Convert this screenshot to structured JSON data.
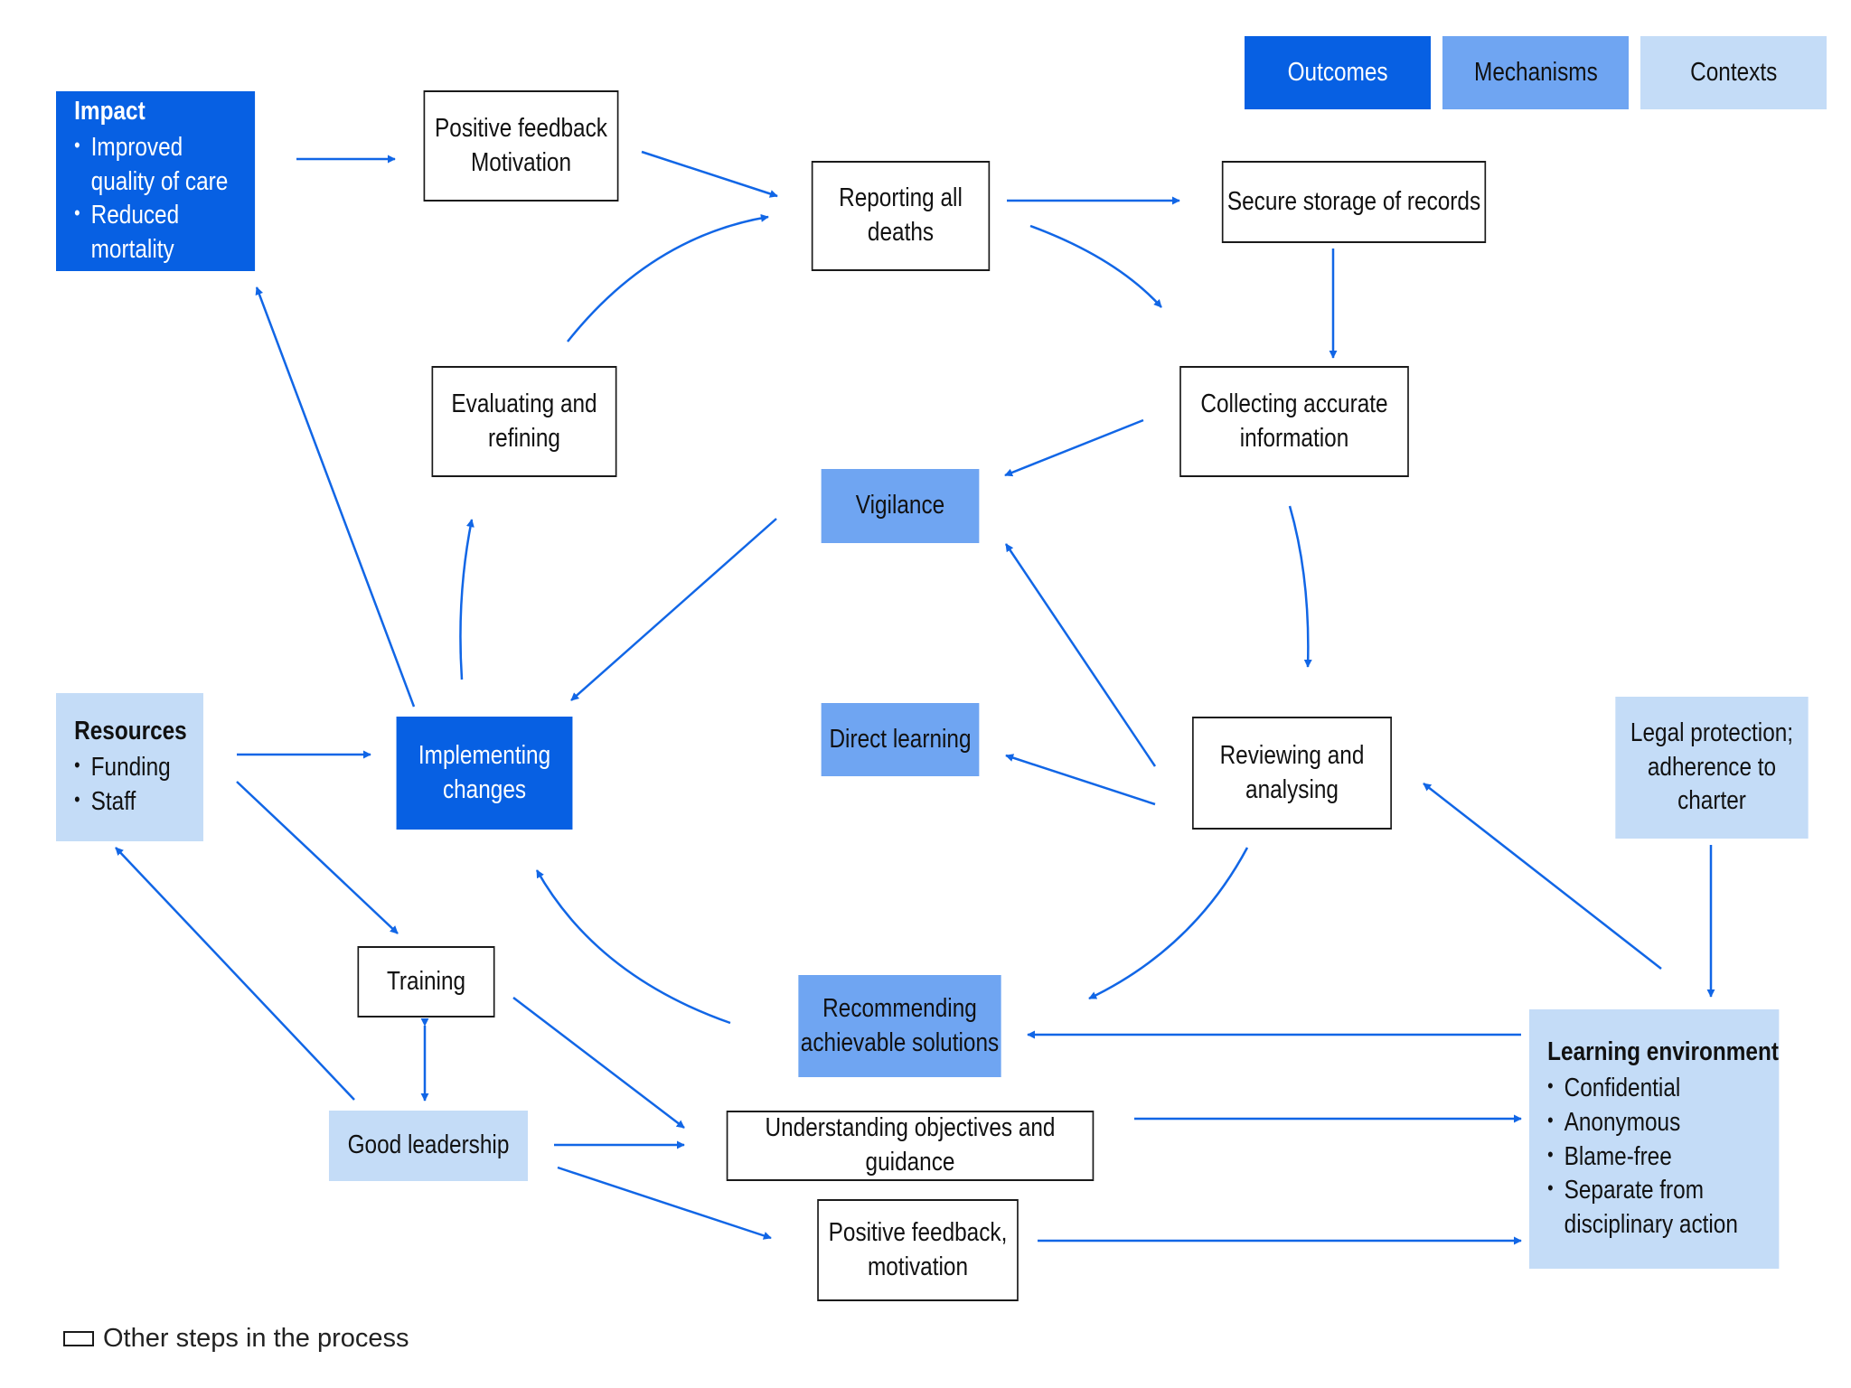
{
  "legend": {
    "outcomes": "Outcomes",
    "mechanisms": "Mechanisms",
    "contexts": "Contexts",
    "other_steps": "Other steps in the process"
  },
  "colors": {
    "outcome": "#0760e3",
    "mechanism": "#6fa5f2",
    "context": "#c4dcf7",
    "arrow": "#1166e6",
    "step_border": "#1a1a1a"
  },
  "nodes": {
    "impact": {
      "title": "Impact",
      "bullets": [
        "Improved quality of care",
        "Reduced mortality"
      ]
    },
    "positive_feedback_top": {
      "line1": "Positive feedback",
      "line2": "Motivation"
    },
    "reporting": {
      "line1": "Reporting all",
      "line2": "deaths"
    },
    "secure_storage": {
      "line1": "Secure storage of records"
    },
    "evaluating": {
      "line1": "Evaluating and",
      "line2": "refining"
    },
    "collecting": {
      "line1": "Collecting accurate",
      "line2": "information"
    },
    "vigilance": {
      "line1": "Vigilance"
    },
    "direct_learning": {
      "line1": "Direct learning"
    },
    "implementing": {
      "line1": "Implementing",
      "line2": "changes"
    },
    "reviewing": {
      "line1": "Reviewing and",
      "line2": "analysing"
    },
    "resources": {
      "title": "Resources",
      "bullets": [
        "Funding",
        "Staff"
      ]
    },
    "legal": {
      "line1": "Legal protection;",
      "line2": "adherence to",
      "line3": "charter"
    },
    "training": {
      "line1": "Training"
    },
    "recommending": {
      "line1": "Recommending",
      "line2": "achievable solutions"
    },
    "good_leadership": {
      "line1": "Good leadership"
    },
    "understanding": {
      "line1": "Understanding objectives and guidance"
    },
    "positive_feedback_bottom": {
      "line1": "Positive feedback,",
      "line2": "motivation"
    },
    "learning_env": {
      "title": "Learning environment",
      "bullets": [
        "Confidential",
        "Anonymous",
        "Blame-free",
        "Separate from disciplinary action"
      ]
    }
  },
  "edges": [
    {
      "from": "impact",
      "to": "positive_feedback_top",
      "shape": "straight"
    },
    {
      "from": "positive_feedback_top",
      "to": "reporting",
      "shape": "straight"
    },
    {
      "from": "reporting",
      "to": "secure_storage",
      "shape": "straight"
    },
    {
      "from": "reporting",
      "to": "collecting",
      "shape": "curve"
    },
    {
      "from": "secure_storage",
      "to": "collecting",
      "shape": "straight"
    },
    {
      "from": "collecting",
      "to": "vigilance",
      "shape": "straight"
    },
    {
      "from": "collecting",
      "to": "reviewing",
      "shape": "curve"
    },
    {
      "from": "evaluating",
      "to": "reporting",
      "shape": "curve"
    },
    {
      "from": "vigilance",
      "to": "implementing",
      "shape": "straight"
    },
    {
      "from": "implementing",
      "to": "evaluating",
      "shape": "curve"
    },
    {
      "from": "implementing",
      "to": "impact",
      "shape": "straight"
    },
    {
      "from": "reviewing",
      "to": "vigilance",
      "shape": "straight"
    },
    {
      "from": "reviewing",
      "to": "direct_learning",
      "shape": "straight"
    },
    {
      "from": "reviewing",
      "to": "recommending",
      "shape": "curve"
    },
    {
      "from": "recommending",
      "to": "implementing",
      "shape": "curve"
    },
    {
      "from": "resources",
      "to": "implementing",
      "shape": "straight"
    },
    {
      "from": "resources",
      "to": "training",
      "shape": "straight"
    },
    {
      "from": "good_leadership",
      "to": "resources",
      "shape": "straight"
    },
    {
      "from": "training",
      "to": "good_leadership",
      "shape": "bidirectional"
    },
    {
      "from": "training",
      "to": "understanding",
      "shape": "straight"
    },
    {
      "from": "good_leadership",
      "to": "understanding",
      "shape": "straight"
    },
    {
      "from": "good_leadership",
      "to": "positive_feedback_bottom",
      "shape": "straight"
    },
    {
      "from": "understanding",
      "to": "learning_env",
      "shape": "straight"
    },
    {
      "from": "positive_feedback_bottom",
      "to": "learning_env",
      "shape": "straight"
    },
    {
      "from": "learning_env",
      "to": "recommending",
      "shape": "straight"
    },
    {
      "from": "learning_env",
      "to": "reviewing",
      "shape": "straight"
    },
    {
      "from": "legal",
      "to": "learning_env",
      "shape": "straight"
    }
  ]
}
